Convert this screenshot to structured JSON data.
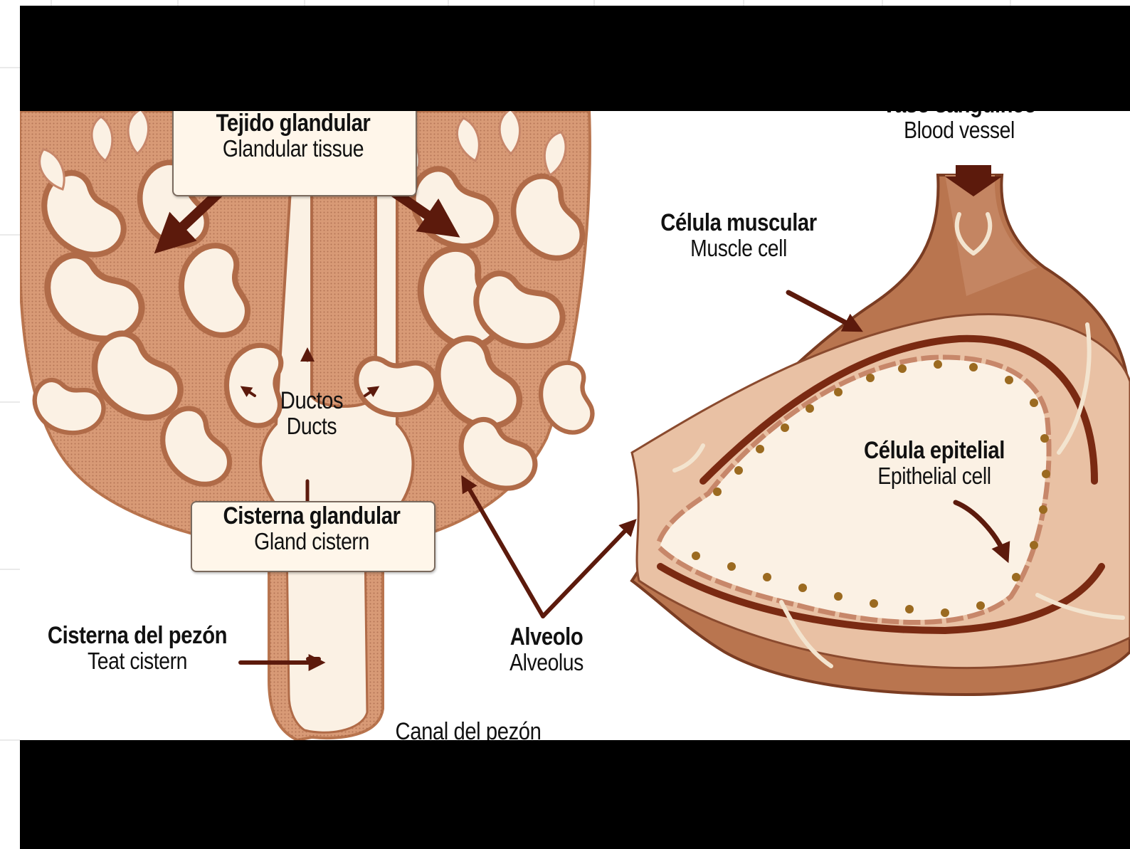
{
  "labels": {
    "glandular_tissue": {
      "es": "Tejido glandular",
      "en": "Glandular tissue"
    },
    "ducts": {
      "es": "Ductos",
      "en": "Ducts"
    },
    "gland_cistern": {
      "es": "Cisterna glandular",
      "en": "Gland cistern"
    },
    "teat_cistern": {
      "es": "Cisterna del pezón",
      "en": "Teat cistern"
    },
    "teat_canal": {
      "es": "Canal del pezón"
    },
    "alveolus": {
      "es": "Alveolo",
      "en": "Alveolus"
    },
    "blood_vessel": {
      "es": "Vaso sanguíneo",
      "en": "Blood vessel"
    },
    "muscle_cell": {
      "es": "Célula muscular",
      "en": "Muscle cell"
    },
    "epithelial_cell": {
      "es": "Célula epitelial",
      "en": "Epithelial cell"
    }
  },
  "colors": {
    "tissue": "#d89a76",
    "tissue_dark": "#a8623e",
    "lumen": "#fbf1e4",
    "arrow": "#5c1a0c",
    "frame": "#000000"
  }
}
